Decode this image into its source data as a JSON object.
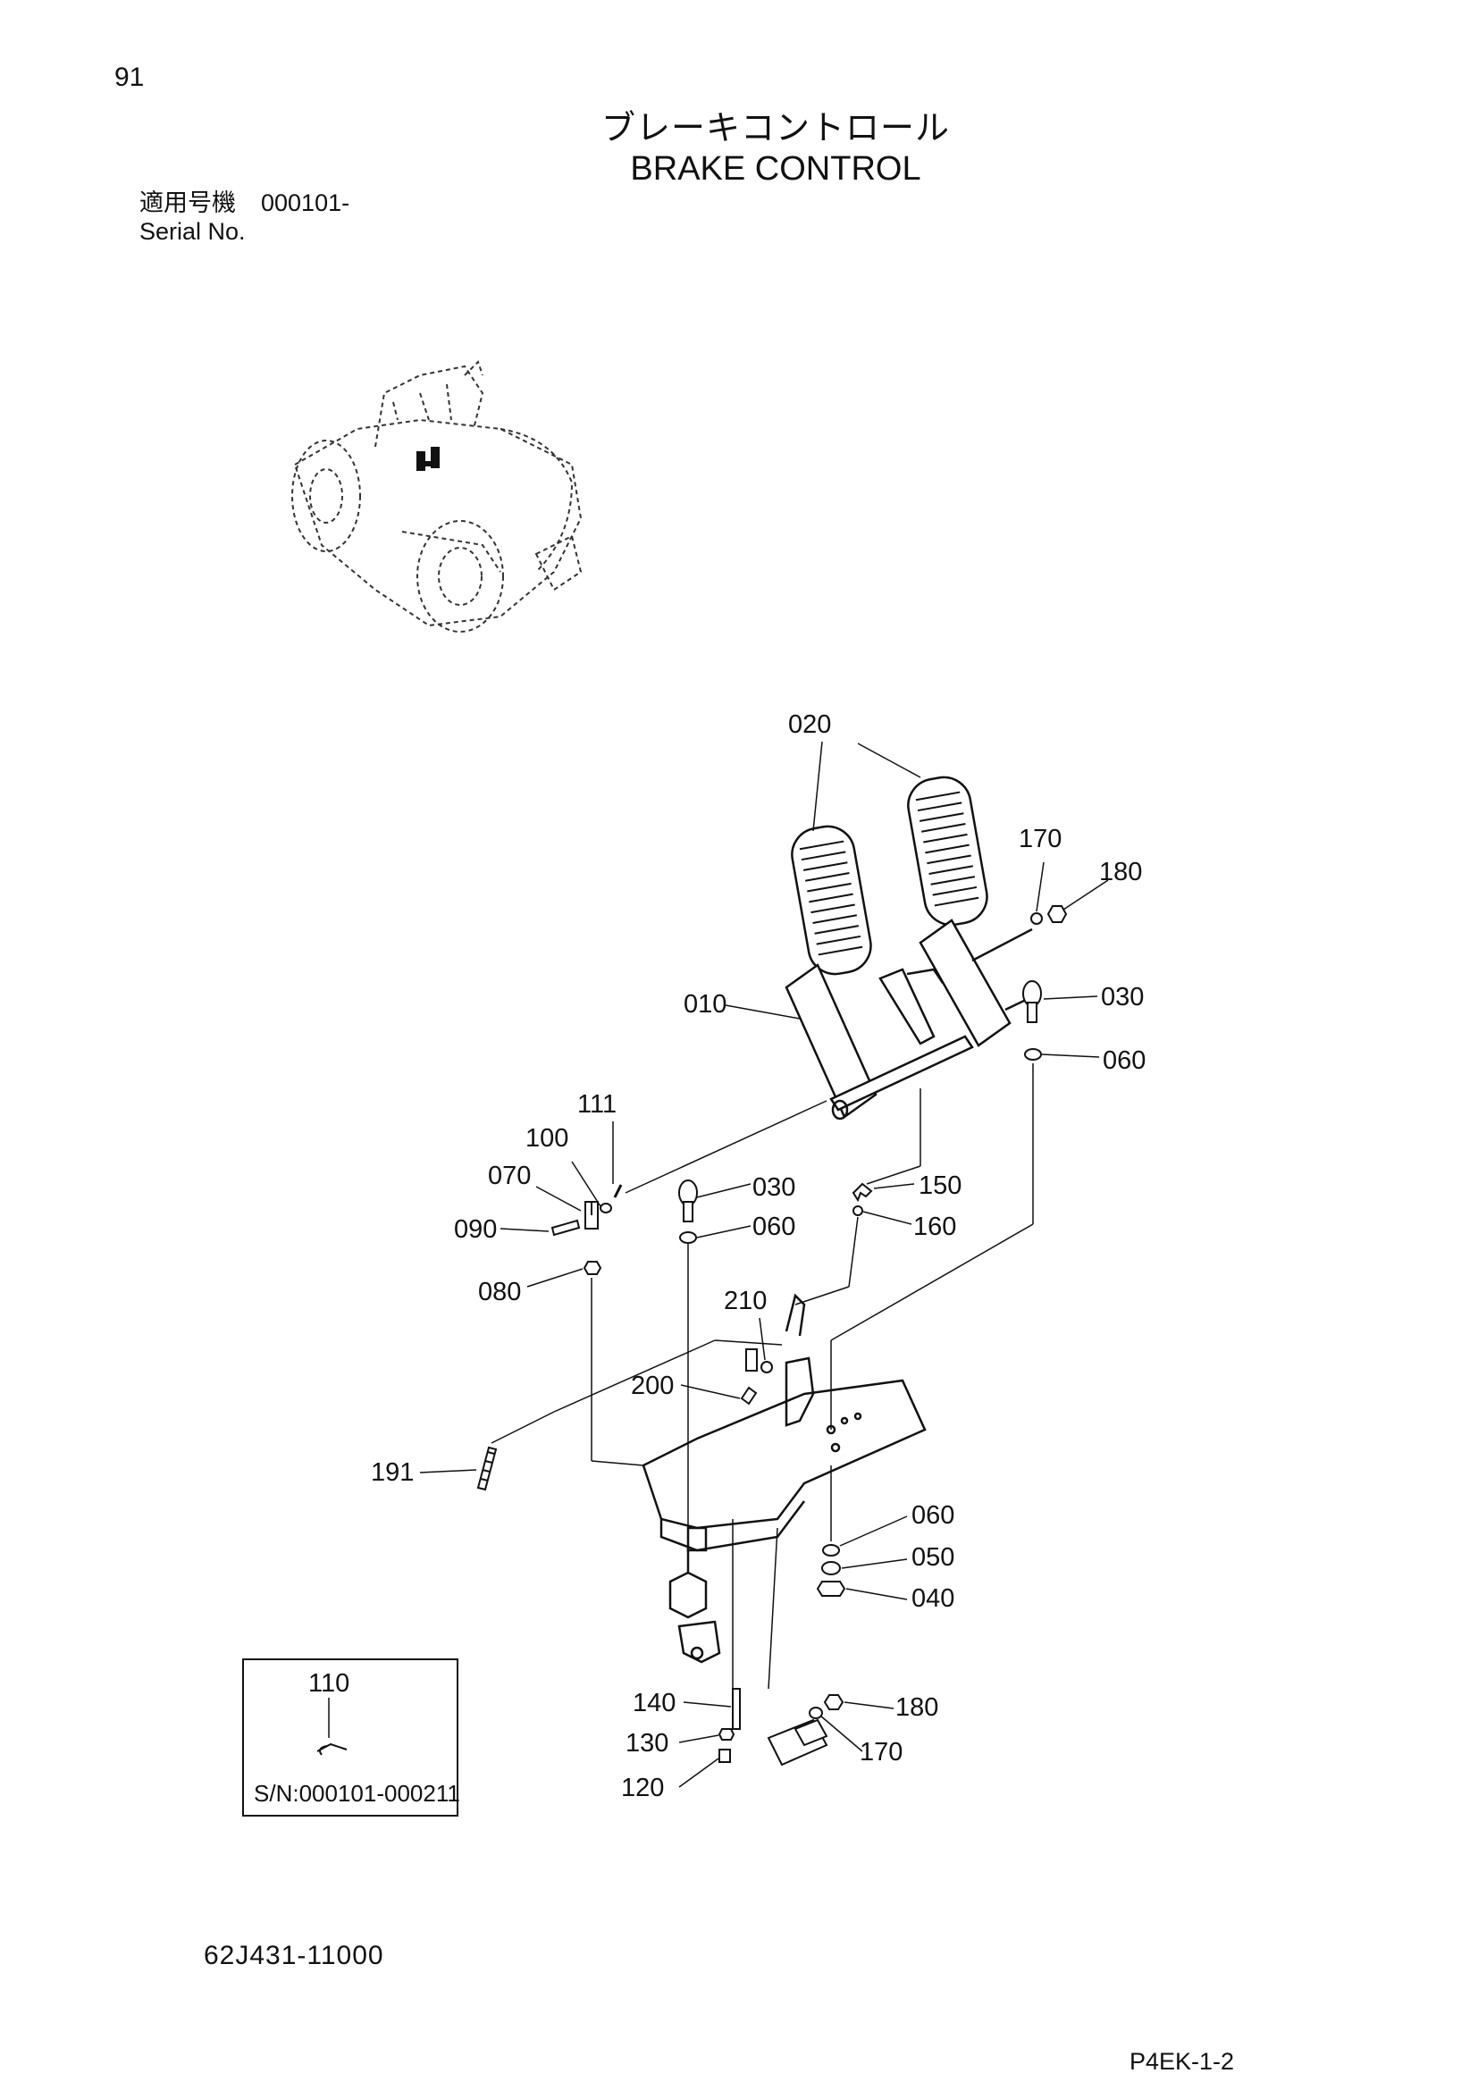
{
  "page": {
    "number": "91",
    "title_jp": "ブレーキコントロール",
    "title_en": "BRAKE CONTROL",
    "serial_label_jp": "適用号機",
    "serial_value": "000101-",
    "serial_label_en": "Serial No.",
    "drawing_number": "62J431-11000",
    "page_code": "P4EK-1-2"
  },
  "inset": {
    "part": "110",
    "serial_range": "S/N:000101-000211"
  },
  "part_labels": {
    "p020": "020",
    "p170a": "170",
    "p180a": "180",
    "p010": "010",
    "p030a": "030",
    "p060a": "060",
    "p111": "111",
    "p100": "100",
    "p070": "070",
    "p030b": "030",
    "p150": "150",
    "p090": "090",
    "p060b": "060",
    "p160": "160",
    "p080": "080",
    "p210": "210",
    "p200": "200",
    "p191": "191",
    "p060c": "060",
    "p050": "050",
    "p040": "040",
    "p140": "140",
    "p180b": "180",
    "p130": "130",
    "p170b": "170",
    "p120": "120"
  }
}
